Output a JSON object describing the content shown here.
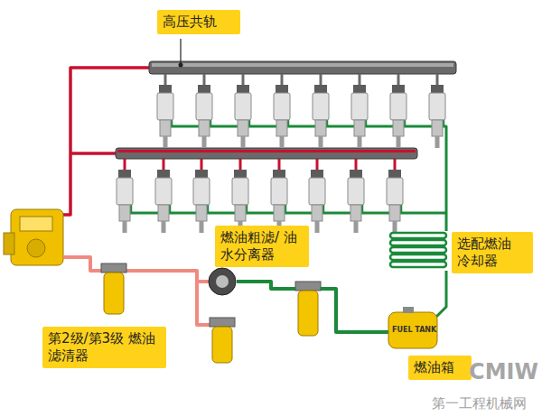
{
  "diagram": {
    "nodes": [
      {
        "text": [
          "高压共轨"
        ]
      },
      {
        "text": [
          "燃油粗滤/ 油水分离器"
        ]
      },
      {
        "text": [
          "选配燃油 冷却器"
        ]
      },
      {
        "text": [
          "第2级/第3级 燃油滤清器"
        ]
      },
      {
        "text": [
          "燃油箱"
        ]
      }
    ],
    "labels": [
      "FUEL TANK",
      "CMIW",
      "第一工程机械网"
    ]
  }
}
